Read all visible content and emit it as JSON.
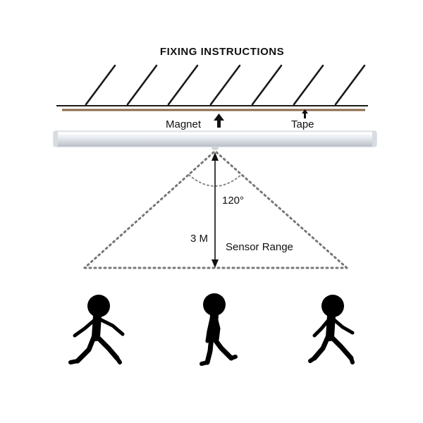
{
  "diagram": {
    "title": "FIXING INSTRUCTIONS",
    "labels": {
      "magnet": "Magnet",
      "tape": "Tape",
      "angle": "120°",
      "height": "3 M",
      "range": "Sensor Range"
    },
    "colors": {
      "ink": "#111111",
      "wall_line": "#1a1a1a",
      "tape_line": "#8a6a4a",
      "light_body": "#e9edf2",
      "dots": "#777777",
      "figure": "#000000"
    },
    "figures": [
      "walking-person",
      "walking-person",
      "walking-person"
    ]
  }
}
